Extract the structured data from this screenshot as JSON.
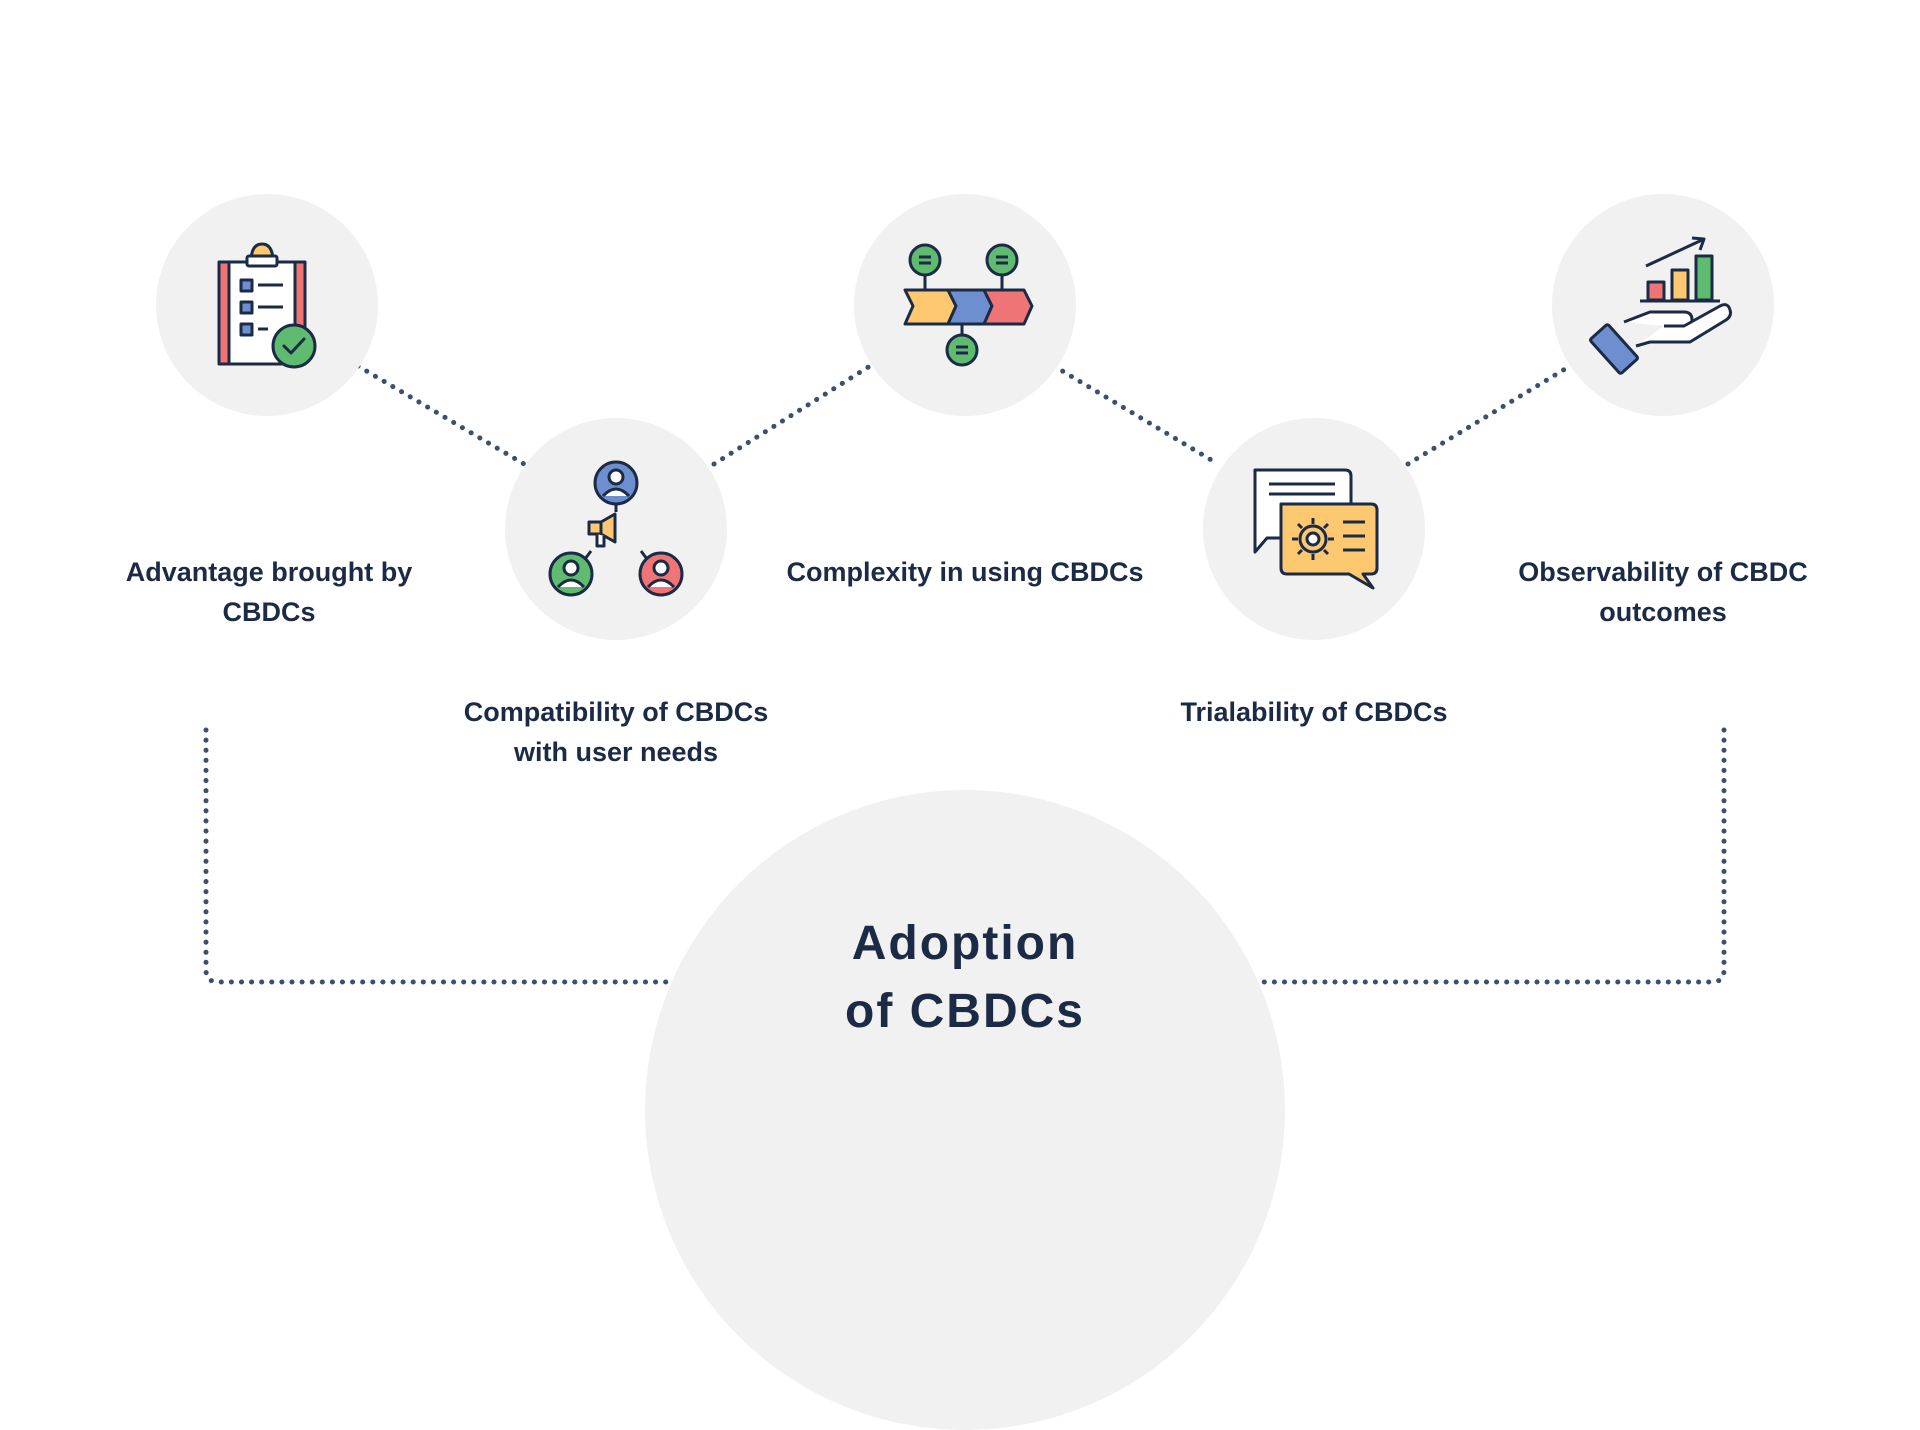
{
  "center": {
    "title_line1": "Adoption",
    "title_line2": "of CBDCs"
  },
  "factors": [
    {
      "label": "Advantage brought by CBDCs",
      "icon": "clipboard-checklist-icon"
    },
    {
      "label": "Compatibility of CBDCs with user needs",
      "icon": "network-megaphone-icon"
    },
    {
      "label": "Complexity in using CBDCs",
      "icon": "process-arrows-icon"
    },
    {
      "label": "Trialability of CBDCs",
      "icon": "chat-gear-icon"
    },
    {
      "label": "Observability of CBDC outcomes",
      "icon": "hand-growth-chart-icon"
    }
  ],
  "colors": {
    "navy": "#1c2b45",
    "circle_bg": "#f1f1f1",
    "orange": "#fdc86f",
    "blue": "#6e8fcf",
    "red": "#ee7476",
    "green": "#5fbb6f"
  }
}
